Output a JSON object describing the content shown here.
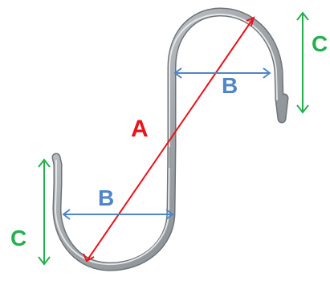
{
  "labels": {
    "a": "A",
    "b": "B",
    "c": "C"
  },
  "colors": {
    "a": "#e8141b",
    "b": "#4f86c6",
    "c": "#23b14d",
    "hook_dark": "#6e7377",
    "hook_mid": "#a7abae",
    "hook_light": "#e6e8ea"
  },
  "icons": {
    "arrowhead": "arrowhead-icon"
  }
}
